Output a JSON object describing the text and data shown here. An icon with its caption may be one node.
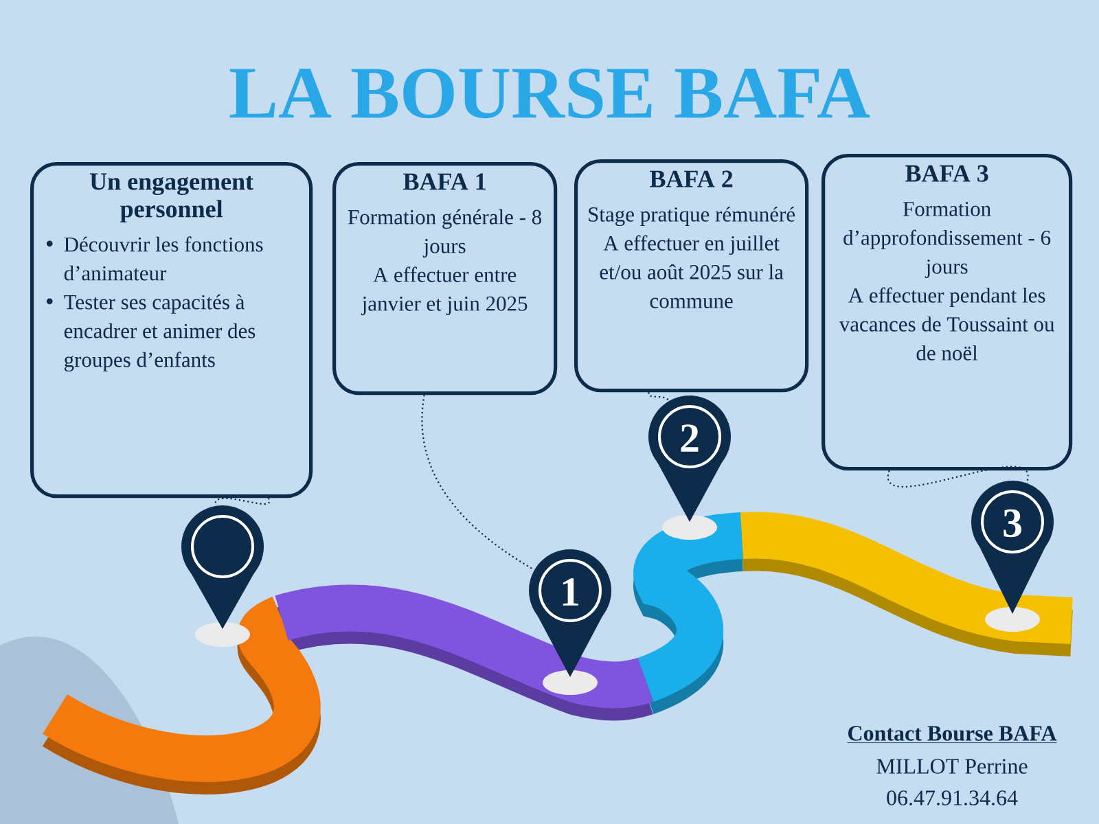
{
  "diagram": {
    "title": "LA BOURSE BAFA",
    "nodes": [
      {
        "text": [
          "Un engagement personnel",
          "Découvrir les fonctions d’animateur",
          "Tester ses capacités à encadrer et animer des groupes d’enfants"
        ]
      },
      {
        "text": [
          "BAFA 1",
          "Formation générale - 8 jours",
          "A effectuer entre janvier et juin 2025"
        ]
      },
      {
        "text": [
          "BAFA 2",
          "Stage pratique rémunéré",
          "A effectuer en juillet et/ou août 2025 sur la commune"
        ]
      },
      {
        "text": [
          "BAFA 3",
          "Formation d’approfondissement - 6 jours",
          "A effectuer pendant les vacances de Toussaint ou de noël"
        ]
      },
      {
        "text": [],
        "shape": "pin"
      },
      {
        "text": [
          "1"
        ]
      },
      {
        "text": [
          "2"
        ]
      },
      {
        "text": [
          "3"
        ]
      }
    ],
    "edges": [
      {
        "from": 0,
        "to": 4,
        "arrow": "none",
        "style": "dashed"
      },
      {
        "from": 1,
        "to": 5,
        "arrow": "none",
        "style": "dashed"
      },
      {
        "from": 2,
        "to": 6,
        "arrow": "none",
        "style": "dashed"
      },
      {
        "from": 3,
        "to": 7,
        "arrow": "none",
        "style": "dashed"
      }
    ],
    "labels": [
      "Contact Bourse BAFA",
      "MILLOT Perrine",
      "06.47.91.34.64"
    ]
  }
}
